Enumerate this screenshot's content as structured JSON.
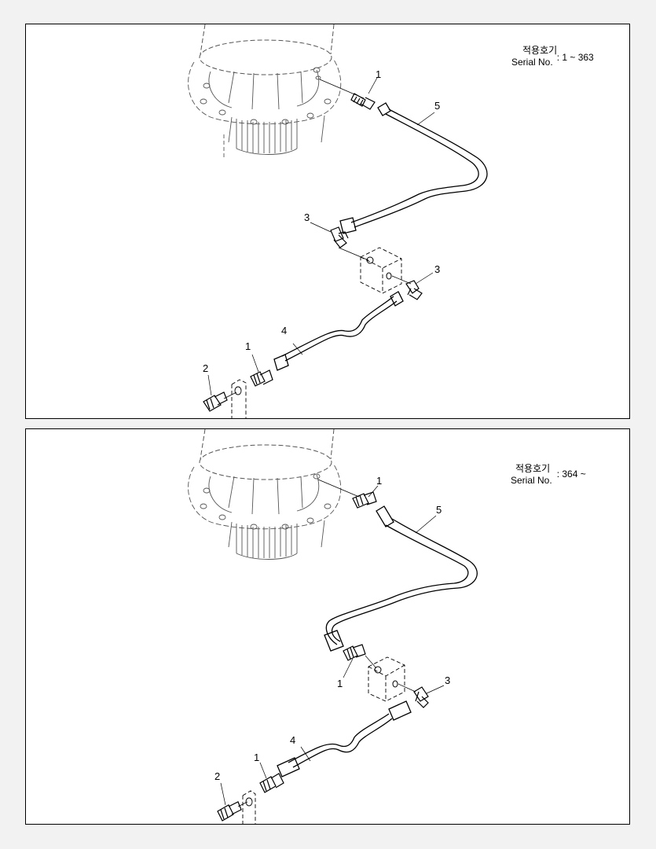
{
  "panels": [
    {
      "serial_label_ko": "적용호기",
      "serial_label_en": "Serial No.",
      "serial_range": ": 1 ~ 363",
      "callouts": [
        "1",
        "5",
        "3",
        "3",
        "4",
        "1",
        "2"
      ]
    },
    {
      "serial_label_ko": "적용호기",
      "serial_label_en": "Serial No.",
      "serial_range": ": 364 ~",
      "callouts": [
        "1",
        "5",
        "1",
        "3",
        "4",
        "1",
        "2"
      ]
    }
  ]
}
